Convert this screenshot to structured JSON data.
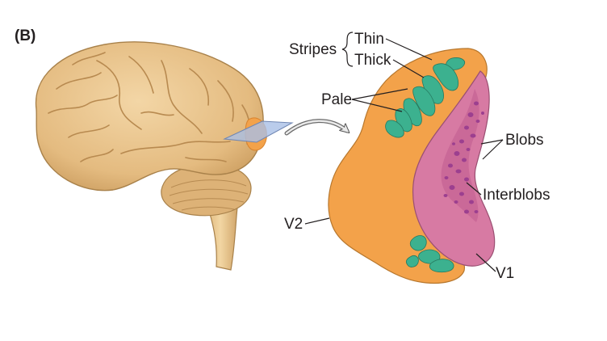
{
  "figure": {
    "panel_label": "(B)",
    "labels": {
      "stripes": "Stripes",
      "thin": "Thin",
      "thick": "Thick",
      "pale": "Pale",
      "blobs": "Blobs",
      "interblobs": "Interblobs",
      "v2": "V2",
      "v1": "V1"
    },
    "colors": {
      "v2_region": "#f3a24a",
      "v1_region": "#d77aa3",
      "blobs": "#9c3f8f",
      "stripes": "#3cb18f",
      "brain": "#e9c48d",
      "section_plane": "#a9bfe6"
    }
  }
}
